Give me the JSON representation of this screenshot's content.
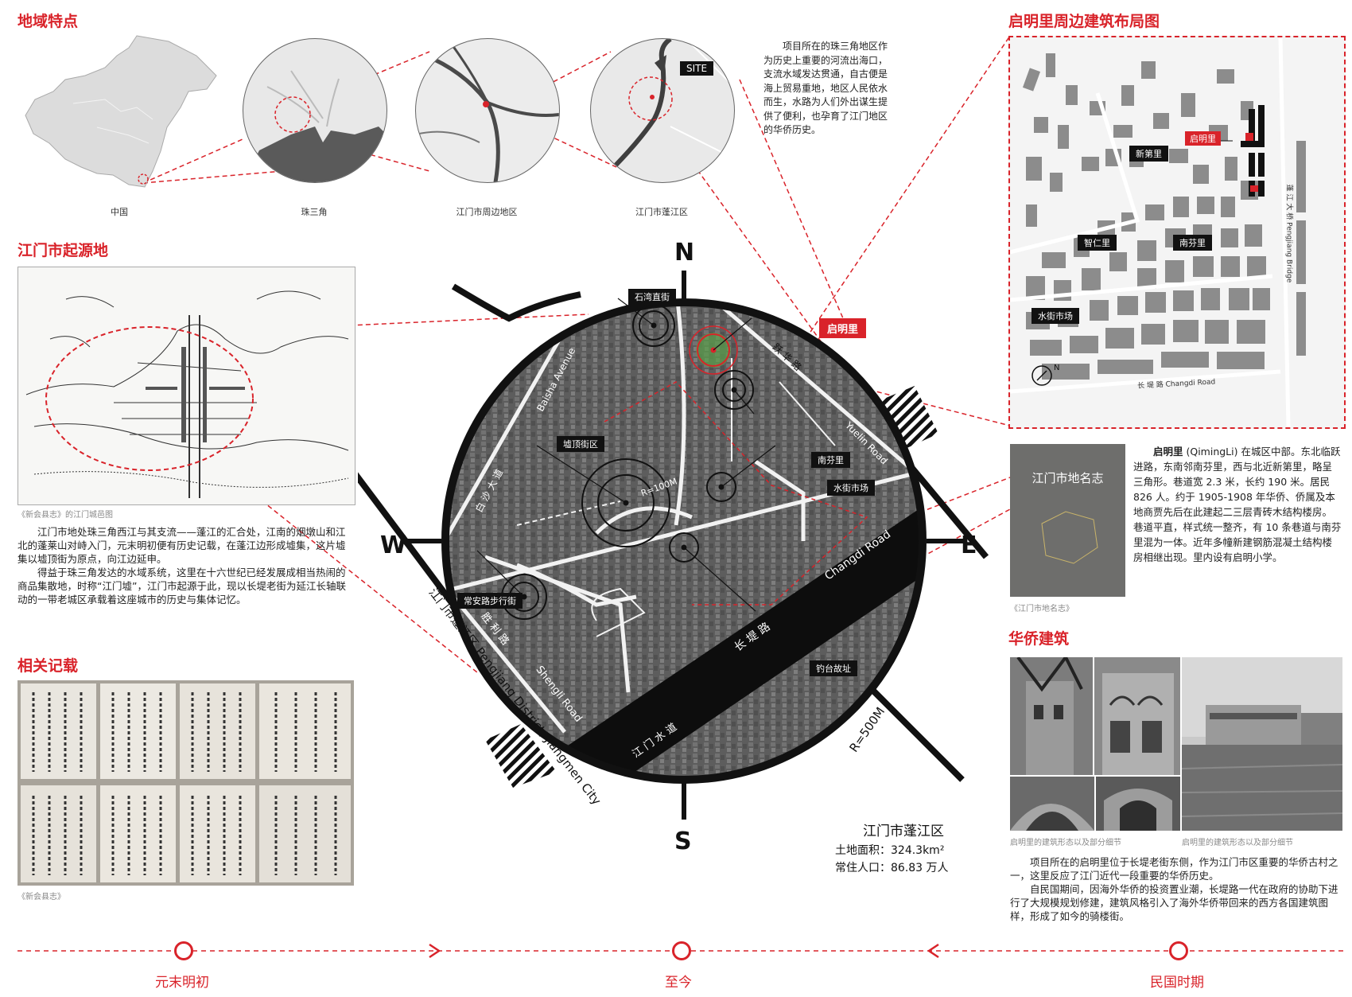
{
  "sections": {
    "regional": "地域特点",
    "origin": "江门市起源地",
    "records": "相关记载",
    "layout": "启明里周边建筑布局图",
    "overseas": "华侨建筑"
  },
  "locator": {
    "china": "中国",
    "prd": "珠三角",
    "jiangmen_area": "江门市周边地区",
    "pengjiang": "江门市蓬江区",
    "site": "SITE"
  },
  "intro_text": "项目所在的珠三角地区作为历史上重要的河流出海口，支流水域发达贯通，自古便是海上贸易重地，地区人民依水而生，水路为人们外出谋生提供了便利，也孕育了江门地区的华侨历史。",
  "origin": {
    "map_caption": "《新会县志》的江门城邑图",
    "para1": "江门市地处珠三角西江与其支流——蓬江的汇合处，江南的烟墩山和江北的蓬莱山对峙入门，元末明初便有历史记载，在蓬江边形成墟集，这片墟集以墟顶街为原点，向江边延申。",
    "para2": "得益于珠三角发达的水域系统，这里在十六世纪已经发展成相当热闹的商品集散地，时称“江门墟”，江门市起源于此，现以长堤老街为延江长轴联动的一带老城区承载着这座城市的历史与集体记忆。"
  },
  "records": {
    "caption": "《新会县志》"
  },
  "main_map": {
    "compass": {
      "n": "N",
      "s": "S",
      "e": "E",
      "w": "W"
    },
    "labels": {
      "shiwan": "石湾直街",
      "qimingli": "启明里",
      "nanfenli": "南芬里",
      "shuijie": "水街市场",
      "xuding": "墟顶街区",
      "changan": "常安路步行街",
      "diaotai": "钓台故址",
      "radius_small": "R=100M",
      "radius_big": "R=500M"
    },
    "roads": {
      "baisha_en": "Baisha Avenue",
      "baisha_cn": "白 沙 大 道",
      "yuelin_cn": "跃 华 路",
      "yuelin_en": "Yuelin Road",
      "changdi_en": "Changdi Road",
      "changdi_cn": "长 堤 路",
      "shengli_en": "Shengli Road",
      "shengli_cn": "胜 利 路",
      "waterway": "江 门 水 道"
    },
    "district_arc": "江门市蓬江区 Pengjiang District, Jiangmen City",
    "district_title": "江门市蓬江区",
    "area": "土地面积：324.3km²",
    "population": "常住人口：86.83 万人"
  },
  "layout_map": {
    "qimingli": "启明里",
    "xindi": "新第里",
    "zhiren": "智仁里",
    "nanfen": "南芬里",
    "shuijie": "水街市场",
    "bottom_road": "长 堤 路    Changdi Road",
    "side_road": "蓬 江 大 桥   Pengjiang Bridge"
  },
  "book": {
    "cover_title": "江门市地名志",
    "caption": "《江门市地名志》",
    "text_title": "启明里",
    "text_body": " (QimingLi) 在城区中部。东北临跃进路，东南邻南芬里，西与北近新第里，略呈三角形。巷道宽 2.3 米，长约 190 米。居民 826 人。约于 1905-1908 年华侨、侨属及本地商贾先后在此建起二三层青砖木结构楼房。巷道平直，样式统一整齐，有 10 条巷道与南芬里混为一体。近年多幢新建钢筋混凝土结构楼房相继出现。里内设有启明小学。"
  },
  "overseas": {
    "caption1": "启明里的建筑形态以及部分细节",
    "caption2": "启明里的建筑形态以及部分细节",
    "para1": "项目所在的启明里位于长堤老街东侧，作为江门市区重要的华侨古村之一，这里反应了江门近代一段重要的华侨历史。",
    "para2": "自民国期间，因海外华侨的投资置业潮，长堤路一代在政府的协助下进行了大规模规划修建，建筑风格引入了海外华侨带回来的西方各国建筑图样，形成了如今的骑楼街。"
  },
  "timeline": {
    "left": "元末明初",
    "middle": "至今",
    "right": "民国时期"
  },
  "colors": {
    "accent": "#d9232a",
    "ink": "#111111"
  }
}
